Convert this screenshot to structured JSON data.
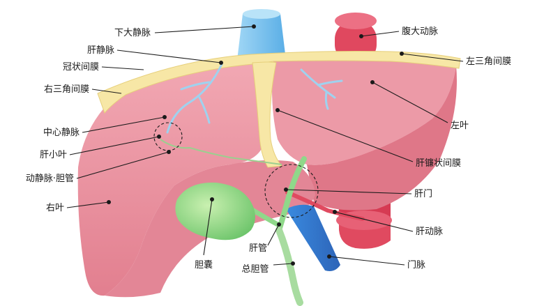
{
  "labels": {
    "inferior_vena_cava": "下大静脉",
    "hepatic_vein": "肝静脉",
    "coronary_ligament": "冠状间膜",
    "right_triangular_ligament": "右三角间膜",
    "central_vein": "中心静脉",
    "hepatic_lobule": "肝小叶",
    "arteriole_bile_duct": "动静脉·胆管",
    "right_lobe": "右叶",
    "gallbladder": "胆囊",
    "cystic_duct": "肝管",
    "common_bile_duct": "总胆管",
    "abdominal_aorta": "腹大动脉",
    "left_triangular_ligament": "左三角间膜",
    "left_lobe": "左叶",
    "falciform_ligament": "肝镰状间膜",
    "porta_hepatis": "肝门",
    "hepatic_artery": "肝动脉",
    "portal_vein": "门脉"
  },
  "colors": {
    "liver": "#e88a98",
    "liver_light": "#f3b3bd",
    "liver_dark": "#d9707f",
    "ligament": "#f7e7a6",
    "ligament_edge": "#e6cf7a",
    "aorta": "#e0485f",
    "vena_cava": "#7cc2ec",
    "portal_vein": "#3d7fcf",
    "gallbladder": "#8fd88a",
    "bile_duct": "#a8dca0",
    "leader_line": "#1a1a1a"
  }
}
